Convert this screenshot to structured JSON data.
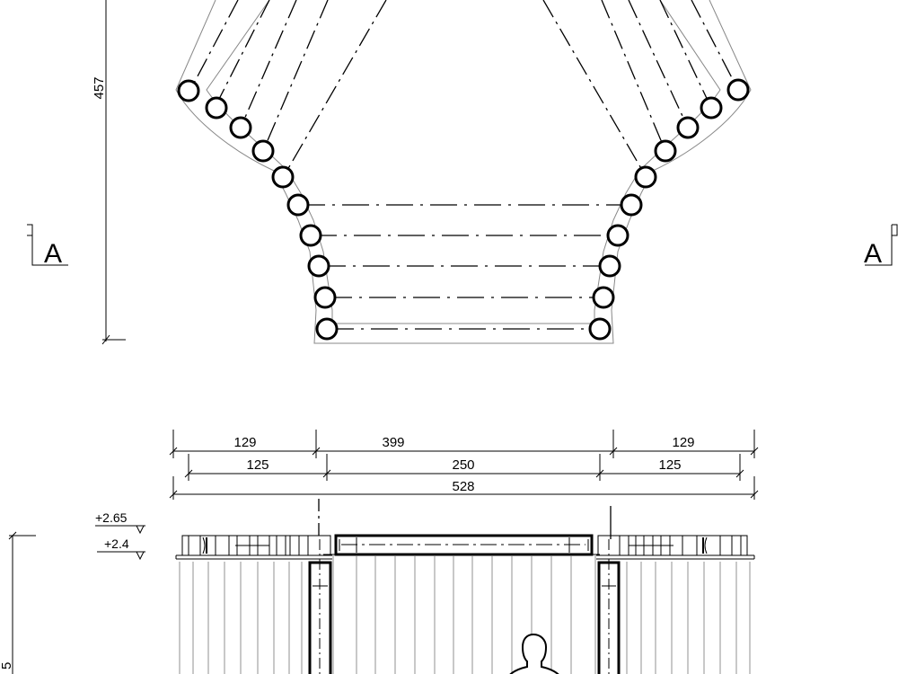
{
  "plan": {
    "height_dim": "457",
    "section_mark_left": "A",
    "section_mark_right": "A"
  },
  "elevation": {
    "dims_top": [
      "129",
      "399",
      "129"
    ],
    "dims_mid": [
      "125",
      "250",
      "125"
    ],
    "dim_overall": "528",
    "level_upper": "+2.65",
    "level_lower": "+2.4",
    "left_height_dim": "5"
  }
}
